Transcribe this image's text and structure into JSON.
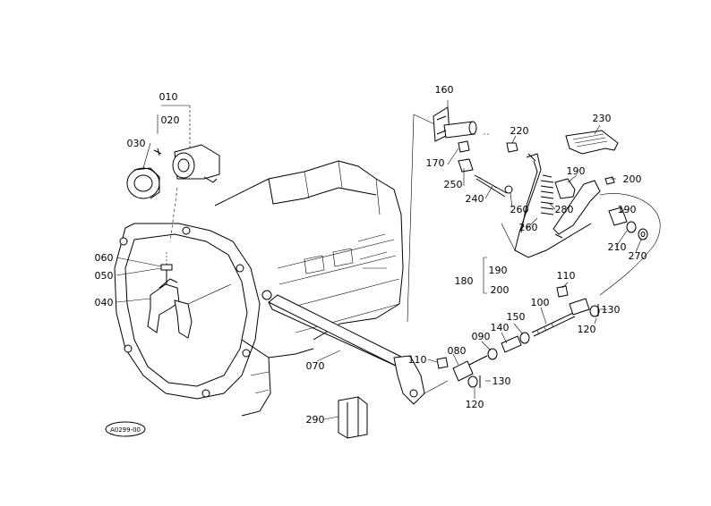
{
  "diagram": {
    "stamp": "A0299-00",
    "parts": [
      {
        "id": "010"
      },
      {
        "id": "020"
      },
      {
        "id": "030"
      },
      {
        "id": "040"
      },
      {
        "id": "050"
      },
      {
        "id": "060"
      },
      {
        "id": "070"
      },
      {
        "id": "080"
      },
      {
        "id": "090"
      },
      {
        "id": "100"
      },
      {
        "id": "110"
      },
      {
        "id": "110"
      },
      {
        "id": "120"
      },
      {
        "id": "120"
      },
      {
        "id": "130"
      },
      {
        "id": "130"
      },
      {
        "id": "140"
      },
      {
        "id": "150"
      },
      {
        "id": "160"
      },
      {
        "id": "170"
      },
      {
        "id": "180"
      },
      {
        "id": "190"
      },
      {
        "id": "190"
      },
      {
        "id": "190"
      },
      {
        "id": "200"
      },
      {
        "id": "200"
      },
      {
        "id": "210"
      },
      {
        "id": "220"
      },
      {
        "id": "230"
      },
      {
        "id": "240"
      },
      {
        "id": "250"
      },
      {
        "id": "260"
      },
      {
        "id": "260"
      },
      {
        "id": "270"
      },
      {
        "id": "280"
      },
      {
        "id": "290"
      }
    ]
  }
}
